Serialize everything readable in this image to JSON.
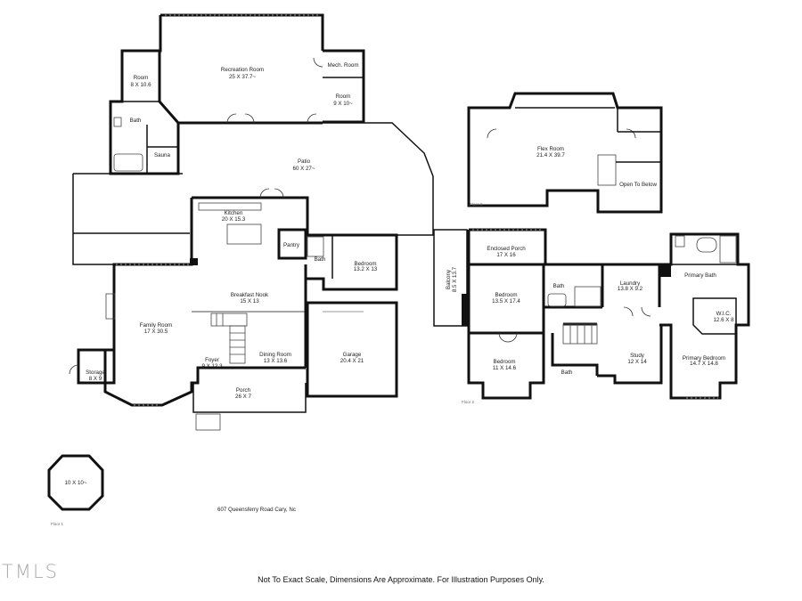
{
  "address": "607 Queensferry Road Cary, Nc",
  "disclaimer": "Not To Exact Scale, Dimensions Are Approximate. For Illustration Purposes Only.",
  "logo_text": "TMLS",
  "floors": {
    "floor1": "Floor 1",
    "floor2": "Floor 2",
    "floor3": "Floor 3"
  },
  "rooms": {
    "recreation": {
      "name": "Recreation Room",
      "dims": "25 X 37.7~"
    },
    "mech": {
      "name": "Mech. Room"
    },
    "room_small": {
      "name": "Room",
      "dims": "9 X 10~"
    },
    "room_left": {
      "name": "Room",
      "dims": "8 X 10.6"
    },
    "bath1": {
      "name": "Bath"
    },
    "sauna": {
      "name": "Sauna"
    },
    "patio": {
      "name": "Patio",
      "dims": "60 X 27~"
    },
    "kitchen": {
      "name": "Kitchen",
      "dims": "20 X 15.3"
    },
    "pantry": {
      "name": "Pantry"
    },
    "bath2": {
      "name": "Bath"
    },
    "bedroom1": {
      "name": "Bedroom",
      "dims": "13.2 X 13"
    },
    "breakfast": {
      "name": "Breakfast Nook",
      "dims": "15 X 13"
    },
    "family": {
      "name": "Family Room",
      "dims": "17 X 30.5"
    },
    "foyer": {
      "name": "Foyer",
      "dims": "9 X 12.3"
    },
    "dining": {
      "name": "Dining Room",
      "dims": "13 X 13.6"
    },
    "garage": {
      "name": "Garage",
      "dims": "20.4 X 21"
    },
    "porch": {
      "name": "Porch",
      "dims": "26 X 7"
    },
    "storage": {
      "name": "Storage",
      "dims": "8 X 9"
    },
    "gazebo": {
      "dims": "10 X 10~"
    },
    "flex": {
      "name": "Flex Room",
      "dims": "21.4 X 39.7"
    },
    "open_below": {
      "name": "Open To Below"
    },
    "enclosed_porch": {
      "name": "Enclosed Porch",
      "dims": "17 X 16"
    },
    "balcony": {
      "name": "Balcony",
      "dims": "8.5 X 13.7"
    },
    "bedroom2": {
      "name": "Bedroom",
      "dims": "13.5 X 17.4"
    },
    "bath3": {
      "name": "Bath"
    },
    "laundry": {
      "name": "Laundry",
      "dims": "13.8 X 9.2"
    },
    "primary_bath": {
      "name": "Primary Bath"
    },
    "wic": {
      "name": "W.I.C.",
      "dims": "12.6 X 8"
    },
    "bedroom3": {
      "name": "Bedroom",
      "dims": "11 X 14.6"
    },
    "bath4": {
      "name": "Bath"
    },
    "study": {
      "name": "Study",
      "dims": "12 X 14"
    },
    "primary_bedroom": {
      "name": "Primary Bedroom",
      "dims": "14.7 X 14.8"
    }
  }
}
